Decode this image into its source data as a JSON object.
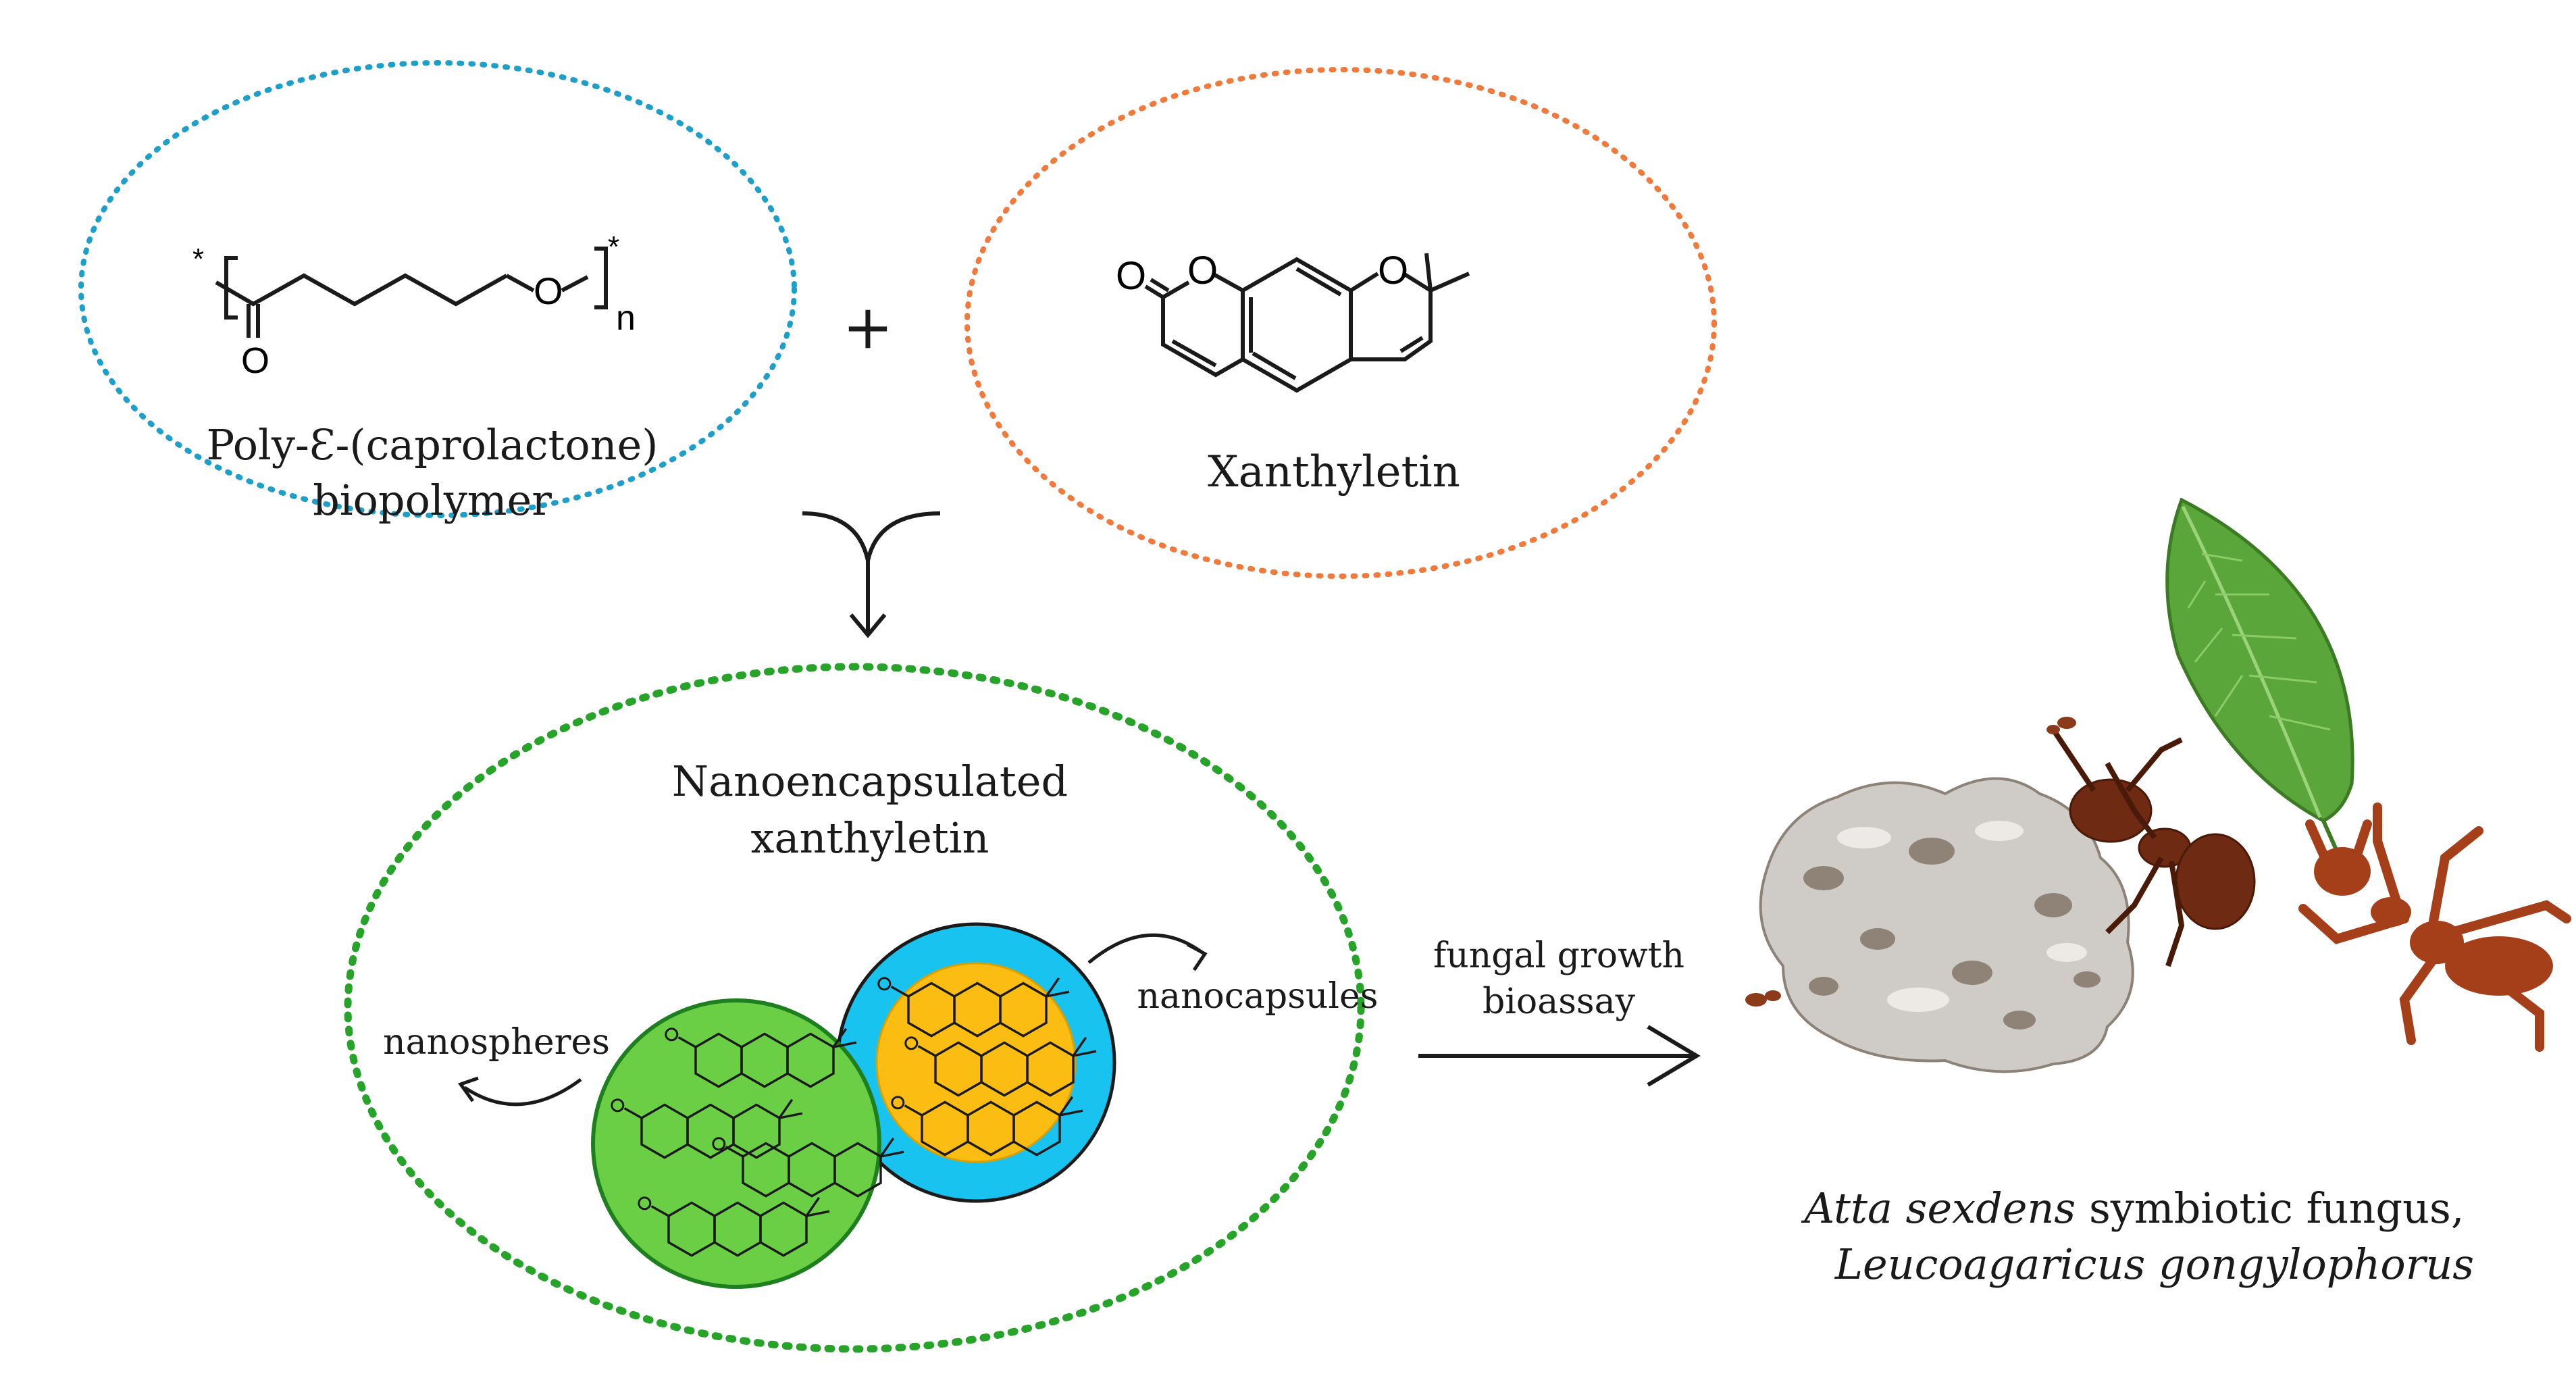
{
  "polymer": {
    "label_line1": "Poly-Ɛ-(caprolactone)",
    "label_line2": "biopolymer",
    "atom_o_carbonyl": "O",
    "atom_o_chain": "O",
    "repeat_n": "n",
    "end_star_left": "*",
    "end_star_right": "*",
    "ring_color": "#1e9fc9"
  },
  "plus_sign": "+",
  "xanthyletin": {
    "label": "Xanthyletin",
    "atom_o_carbonyl": "O",
    "atom_o_lactone": "O",
    "atom_o_pyran": "O",
    "ring_color": "#f07a3c"
  },
  "nano": {
    "title_line1": "Nanoencapsulated",
    "title_line2": "xanthyletin",
    "nanospheres_label": "nanospheres",
    "nanocapsules_label": "nanocapsules",
    "ring_color": "#27a32a",
    "sphere_color": "#6bcf45",
    "capsule_shell_color": "#19c3ef",
    "capsule_core_color": "#fbbd12"
  },
  "assay": {
    "line1": "fungal growth",
    "line2": "bioassay"
  },
  "organism": {
    "line1_italic": "Atta sexdens",
    "line1_rest": " symbiotic fungus,",
    "line2_italic": "Leucoagaricus gongylophorus"
  }
}
